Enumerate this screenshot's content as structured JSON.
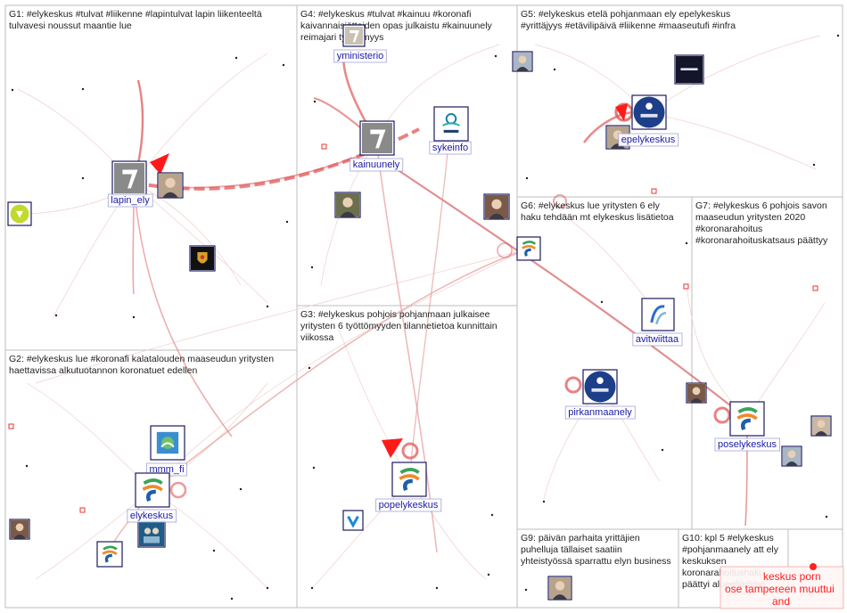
{
  "colors": {
    "edge": "#e05858",
    "edge_light": "#ecc6c6",
    "node_border": "#222266",
    "label_text": "#1a1aa6",
    "box_border": "#bdbdbd",
    "accent_red": "#ff2020"
  },
  "groups": [
    {
      "id": "G1",
      "text": "G1: #elykeskus #tulvat #liikenne #lapintulvat lapin liikenteeltä tulvavesi noussut maantie lue"
    },
    {
      "id": "G4",
      "text": "G4: #elykeskus #tulvat #kainuu #koronafi kaivannaisjätteiden opas julkaistu #kainuunely reimajari työttömyys"
    },
    {
      "id": "G5",
      "text": "G5: #elykeskus etelä pohjanmaan ely epelykeskus #yrittäjyys #etävilipäivä #liikenne #maaseutufi #infra"
    },
    {
      "id": "G6",
      "text": "G6: #elykeskus lue yritysten 6 ely haku tehdään mt elykeskus lisätietoa"
    },
    {
      "id": "G7",
      "text": "G7: #elykeskus 6 pohjois savon maaseudun yritysten 2020 #koronarahoitus #koronarahoituskatsaus päättyy"
    },
    {
      "id": "G3",
      "text": "G3: #elykeskus pohjois pohjanmaan julkaisee yritysten 6 työttömyyden tilannetietoa kunnittain viikossa"
    },
    {
      "id": "G2",
      "text": "G2: #elykeskus lue #koronafi kalatalouden maaseudun yritysten haettavissa alkutuotannon koronatuet edellen"
    },
    {
      "id": "G9",
      "text": "G9: päivän parhaita yrittäjien puhelluja tällaiset saatiin yhteistyössä sparrattu elyn business"
    },
    {
      "id": "G10",
      "text": "G10: kpl 5 #elykeskus #pohjanmaanely att ely keskuksen koronarahoitushaku päättyi alueellamme"
    }
  ],
  "nodes": [
    {
      "id": "lapin_ely",
      "label": "lapin_ely",
      "icon": "ely-logo-icon"
    },
    {
      "id": "yministerio",
      "label": "yministerio",
      "icon": "ministry-logo-icon"
    },
    {
      "id": "kainuunely",
      "label": "kainuunely",
      "icon": "ely-logo-icon"
    },
    {
      "id": "sykeinfo",
      "label": "sykeinfo",
      "icon": "syke-logo-icon"
    },
    {
      "id": "epelykeskus",
      "label": "epelykeskus",
      "icon": "anniversary-logo-icon"
    },
    {
      "id": "avitwiittaa",
      "label": "avitwiittaa",
      "icon": "avi-logo-icon"
    },
    {
      "id": "pirkanmaanely",
      "label": "pirkanmaanely",
      "icon": "anniversary-logo-icon"
    },
    {
      "id": "poselykeskus",
      "label": "poselykeskus",
      "icon": "ely-swirl-logo-icon"
    },
    {
      "id": "popelykeskus",
      "label": "popelykeskus",
      "icon": "ely-swirl-logo-icon"
    },
    {
      "id": "mmm_fi",
      "label": "mmm_fi",
      "icon": "ministry-crest-icon"
    },
    {
      "id": "elykeskus",
      "label": "elykeskus",
      "icon": "ely-swirl-logo-icon"
    }
  ],
  "small_nodes": [
    {
      "name": "avatar-portrait-icon"
    },
    {
      "name": "badge-green-icon"
    },
    {
      "name": "emblem-shield-icon"
    },
    {
      "name": "avatar-sunglasses-icon"
    },
    {
      "name": "avatar-man-icon"
    },
    {
      "name": "avatar-woman-icon"
    },
    {
      "name": "samk-logo-icon"
    },
    {
      "name": "avatar-portrait-icon"
    },
    {
      "name": "ely-swirl-logo-icon"
    },
    {
      "name": "avatar-man-icon"
    },
    {
      "name": "avatar-couple-icon"
    },
    {
      "name": "avatar-woman-icon"
    },
    {
      "name": "v-logo-icon"
    },
    {
      "name": "avatar-group-icon"
    },
    {
      "name": "ely-swirl-logo-icon"
    },
    {
      "name": "avatar-man-icon"
    }
  ],
  "overlay": {
    "line1": "keskus porn",
    "line2": "ose tampereen muuttui",
    "line3": "and"
  }
}
